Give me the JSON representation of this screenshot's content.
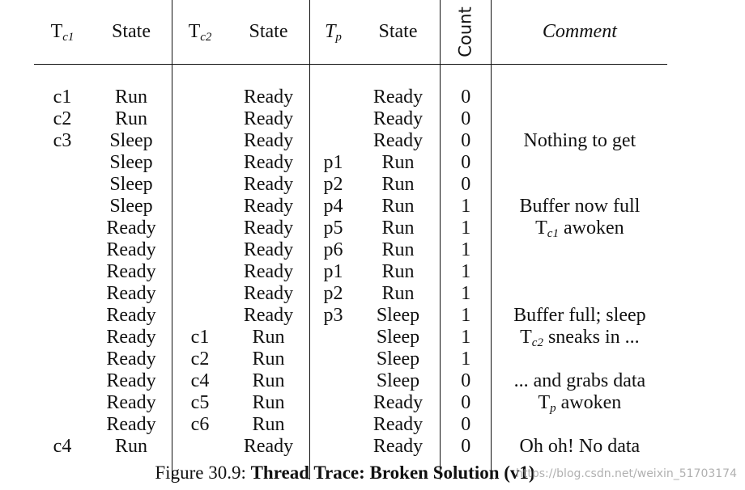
{
  "header": {
    "col1": "T",
    "col1_sub": "c1",
    "col2": "State",
    "col3": "T",
    "col3_sub": "c2",
    "col4": "State",
    "col5": "T",
    "col5_sub": "p",
    "col6": "State",
    "col7": "Count",
    "col8": "Comment"
  },
  "rows": [
    {
      "tc1": "c1",
      "s1": "Run",
      "tc2": "",
      "s2": "Ready",
      "tp": "",
      "sp": "Ready",
      "count": "0",
      "comment": ""
    },
    {
      "tc1": "c2",
      "s1": "Run",
      "tc2": "",
      "s2": "Ready",
      "tp": "",
      "sp": "Ready",
      "count": "0",
      "comment": ""
    },
    {
      "tc1": "c3",
      "s1": "Sleep",
      "tc2": "",
      "s2": "Ready",
      "tp": "",
      "sp": "Ready",
      "count": "0",
      "comment": "Nothing to get"
    },
    {
      "tc1": "",
      "s1": "Sleep",
      "tc2": "",
      "s2": "Ready",
      "tp": "p1",
      "sp": "Run",
      "count": "0",
      "comment": ""
    },
    {
      "tc1": "",
      "s1": "Sleep",
      "tc2": "",
      "s2": "Ready",
      "tp": "p2",
      "sp": "Run",
      "count": "0",
      "comment": ""
    },
    {
      "tc1": "",
      "s1": "Sleep",
      "tc2": "",
      "s2": "Ready",
      "tp": "p4",
      "sp": "Run",
      "count": "1",
      "comment": "Buffer now full"
    },
    {
      "tc1": "",
      "s1": "Ready",
      "tc2": "",
      "s2": "Ready",
      "tp": "p5",
      "sp": "Run",
      "count": "1",
      "comment_prefix": "T",
      "comment_sub": "c1",
      "comment": " awoken"
    },
    {
      "tc1": "",
      "s1": "Ready",
      "tc2": "",
      "s2": "Ready",
      "tp": "p6",
      "sp": "Run",
      "count": "1",
      "comment": ""
    },
    {
      "tc1": "",
      "s1": "Ready",
      "tc2": "",
      "s2": "Ready",
      "tp": "p1",
      "sp": "Run",
      "count": "1",
      "comment": ""
    },
    {
      "tc1": "",
      "s1": "Ready",
      "tc2": "",
      "s2": "Ready",
      "tp": "p2",
      "sp": "Run",
      "count": "1",
      "comment": ""
    },
    {
      "tc1": "",
      "s1": "Ready",
      "tc2": "",
      "s2": "Ready",
      "tp": "p3",
      "sp": "Sleep",
      "count": "1",
      "comment": "Buffer full; sleep"
    },
    {
      "tc1": "",
      "s1": "Ready",
      "tc2": "c1",
      "s2": "Run",
      "tp": "",
      "sp": "Sleep",
      "count": "1",
      "comment_prefix": "T",
      "comment_sub": "c2",
      "comment": " sneaks in ..."
    },
    {
      "tc1": "",
      "s1": "Ready",
      "tc2": "c2",
      "s2": "Run",
      "tp": "",
      "sp": "Sleep",
      "count": "1",
      "comment": ""
    },
    {
      "tc1": "",
      "s1": "Ready",
      "tc2": "c4",
      "s2": "Run",
      "tp": "",
      "sp": "Sleep",
      "count": "0",
      "comment": "... and grabs data"
    },
    {
      "tc1": "",
      "s1": "Ready",
      "tc2": "c5",
      "s2": "Run",
      "tp": "",
      "sp": "Ready",
      "count": "0",
      "comment_prefix": "T",
      "comment_sub": "p",
      "comment": " awoken"
    },
    {
      "tc1": "",
      "s1": "Ready",
      "tc2": "c6",
      "s2": "Run",
      "tp": "",
      "sp": "Ready",
      "count": "0",
      "comment": ""
    },
    {
      "tc1": "c4",
      "s1": "Run",
      "tc2": "",
      "s2": "Ready",
      "tp": "",
      "sp": "Ready",
      "count": "0",
      "comment": "Oh oh! No data"
    }
  ],
  "caption": {
    "label": "Figure 30.9: ",
    "title": "Thread Trace: Broken Solution (v1)"
  },
  "watermark": "https://blog.csdn.net/weixin_51703174"
}
